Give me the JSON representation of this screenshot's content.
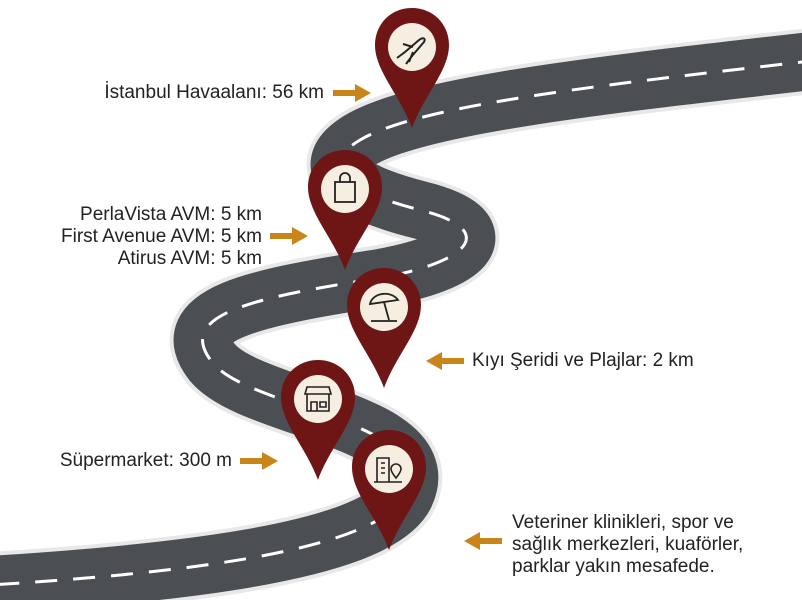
{
  "colors": {
    "pin": "#6e1616",
    "circle": "#f6eee0",
    "arrow": "#c9851a",
    "road": "#4b4e52"
  },
  "destinations": [
    {
      "icon": "airplane-icon",
      "lines": [
        "İstanbul Havaalanı: 56 km"
      ]
    },
    {
      "icon": "shopping-bag-icon",
      "lines": [
        "PerlaVista AVM: 5 km",
        "First Avenue AVM: 5 km",
        "Atirus AVM: 5 km"
      ]
    },
    {
      "icon": "beach-umbrella-icon",
      "lines": [
        "Kıyı Şeridi ve Plajlar: 2 km"
      ]
    },
    {
      "icon": "storefront-icon",
      "lines": [
        "Süpermarket: 300 m"
      ]
    },
    {
      "icon": "building-location-icon",
      "lines": [
        "Veteriner klinikleri, spor ve",
        "sağlık merkezleri, kuaförler,",
        "parklar yakın mesafede."
      ]
    }
  ]
}
